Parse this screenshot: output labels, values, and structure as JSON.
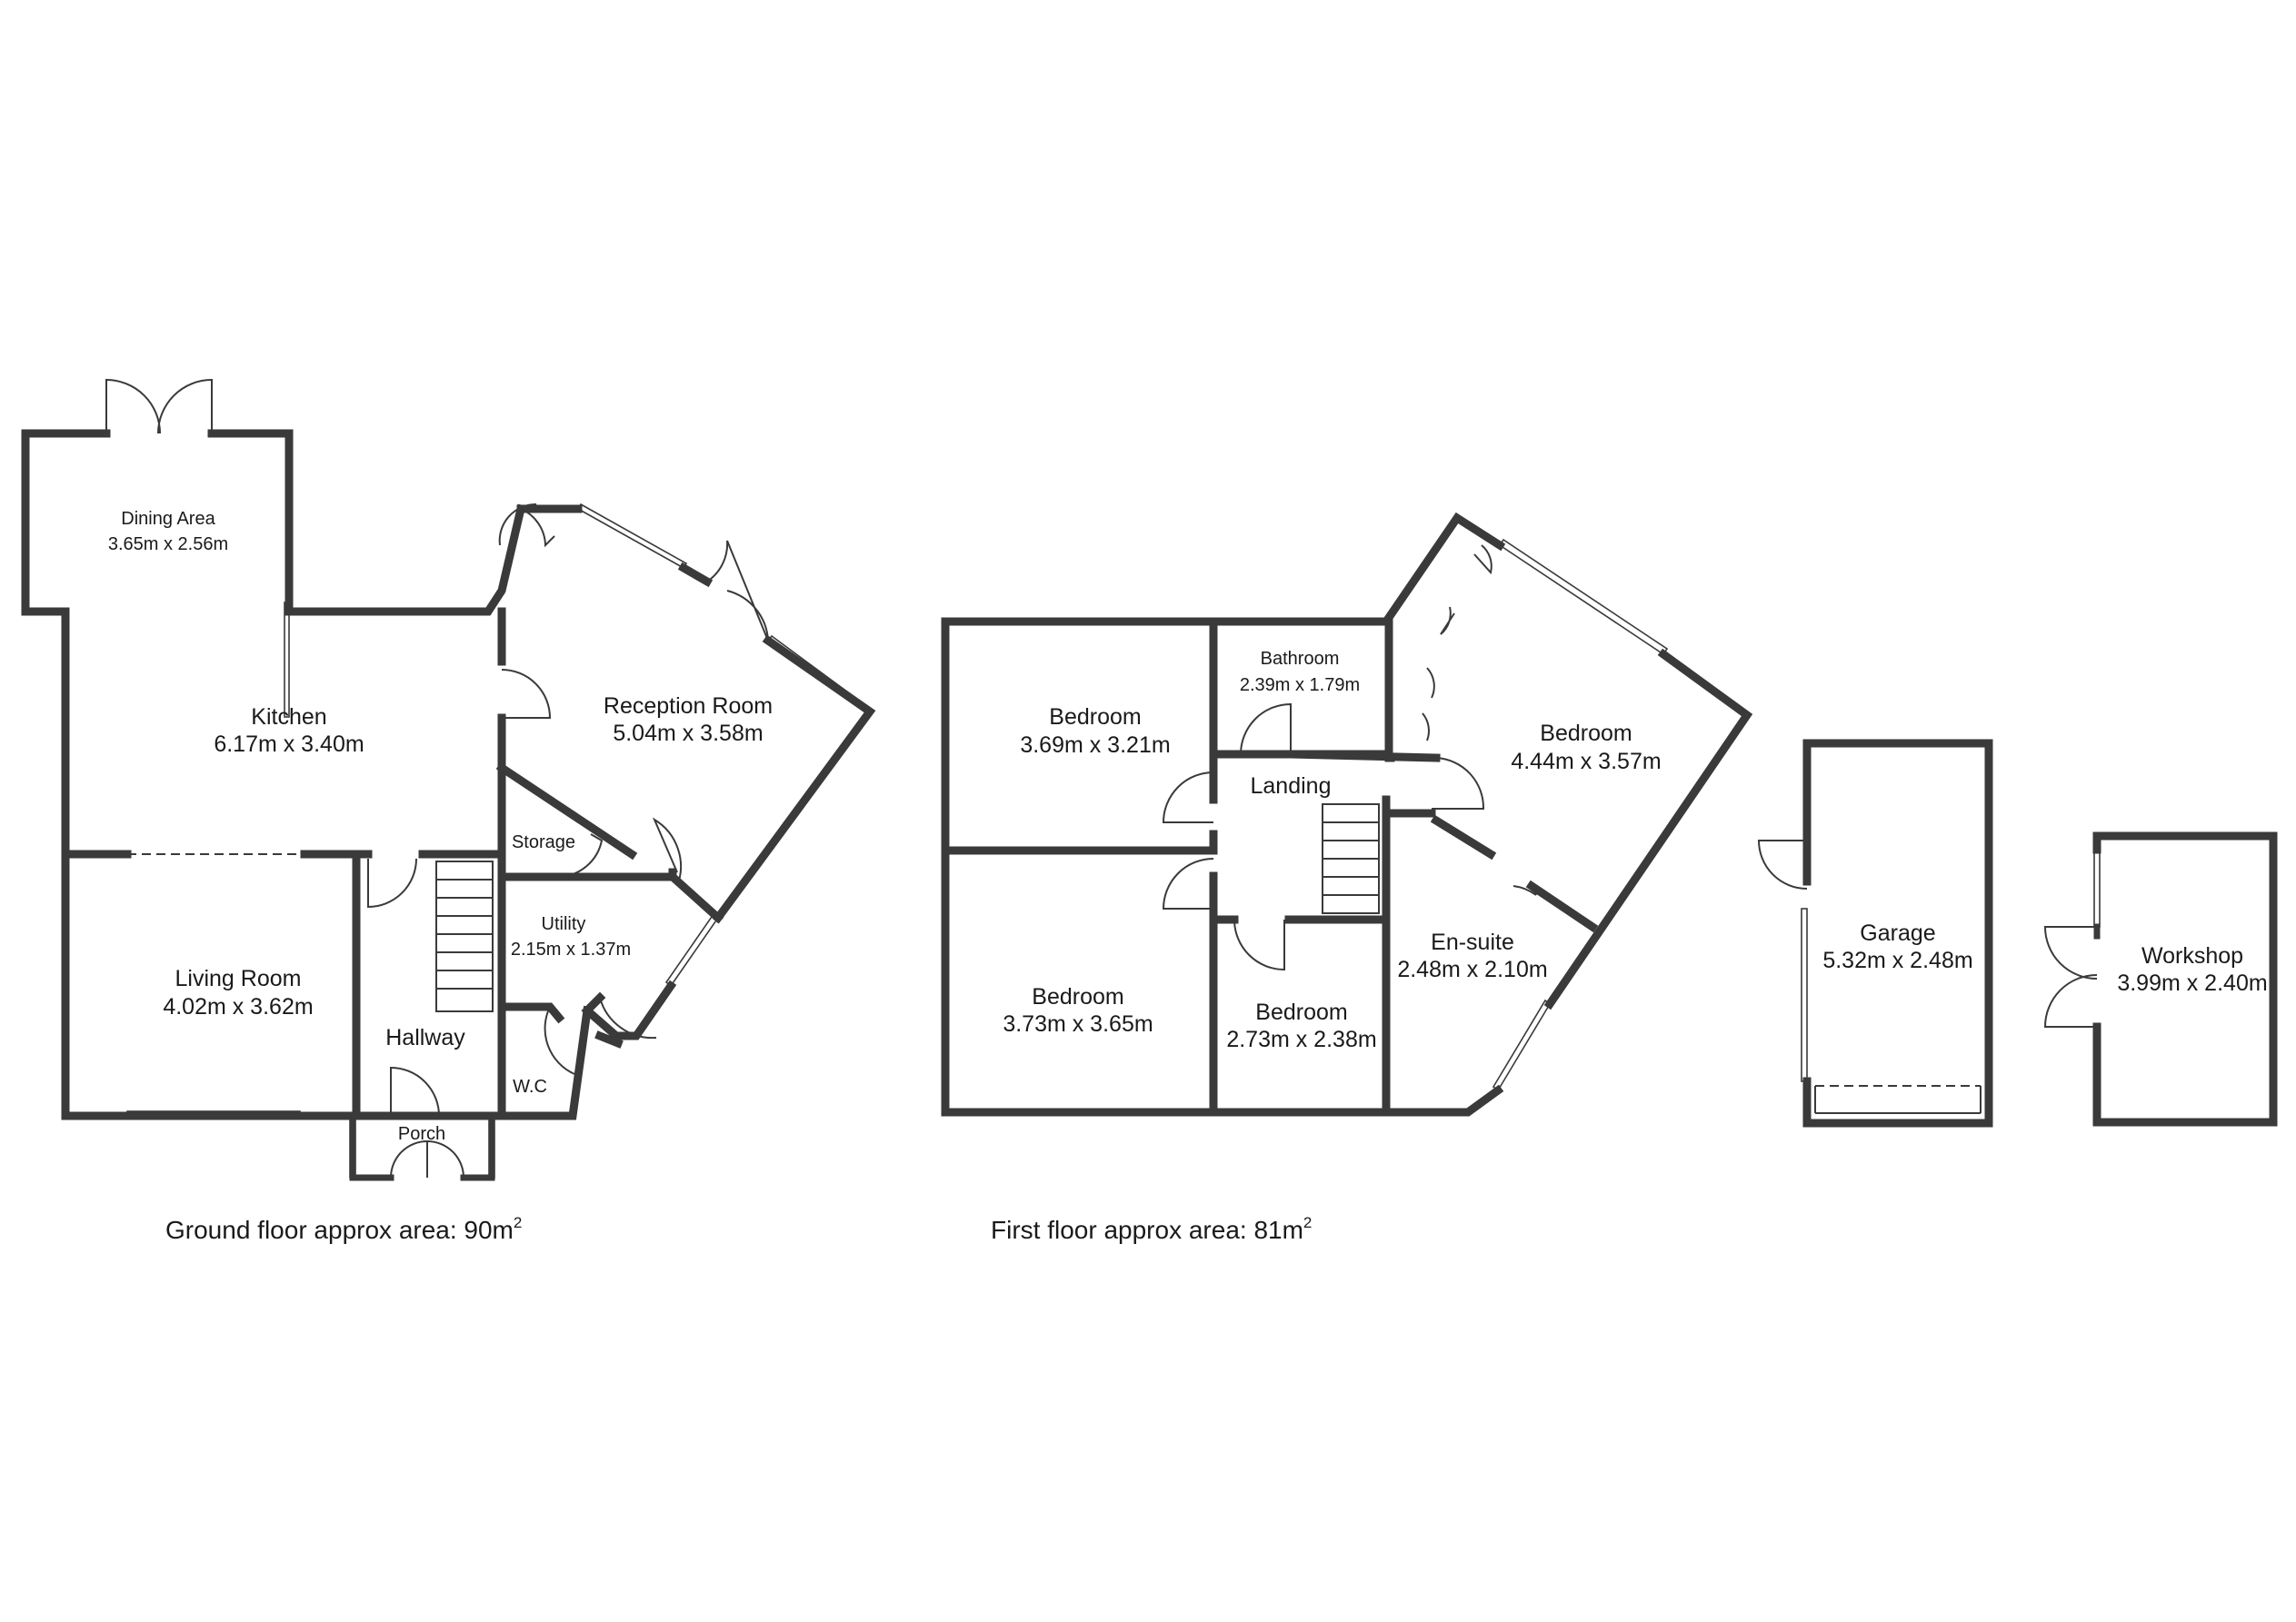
{
  "ground_floor": {
    "caption": "Ground floor approx area: 90m",
    "caption_sup": "2",
    "rooms": {
      "dining": {
        "name": "Dining Area",
        "dims": "3.65m x 2.56m"
      },
      "kitchen": {
        "name": "Kitchen",
        "dims": "6.17m x 3.40m"
      },
      "reception": {
        "name": "Reception Room",
        "dims": "5.04m x 3.58m"
      },
      "storage": {
        "name": "Storage"
      },
      "utility": {
        "name": "Utility",
        "dims": "2.15m x 1.37m"
      },
      "living": {
        "name": "Living Room",
        "dims": "4.02m x 3.62m"
      },
      "hallway": {
        "name": "Hallway"
      },
      "wc": {
        "name": "W.C"
      },
      "porch": {
        "name": "Porch"
      }
    }
  },
  "first_floor": {
    "caption": "First floor approx area: 81m",
    "caption_sup": "2",
    "rooms": {
      "bedroom1": {
        "name": "Bedroom",
        "dims": "3.69m x 3.21m"
      },
      "bathroom": {
        "name": "Bathroom",
        "dims": "2.39m x 1.79m"
      },
      "bedroom_master": {
        "name": "Bedroom",
        "dims": "4.44m x 3.57m"
      },
      "landing": {
        "name": "Landing"
      },
      "bedroom2": {
        "name": "Bedroom",
        "dims": "3.73m x 3.65m"
      },
      "bedroom3": {
        "name": "Bedroom",
        "dims": "2.73m x 2.38m"
      },
      "ensuite": {
        "name": "En-suite",
        "dims": "2.48m x 2.10m"
      }
    }
  },
  "outbuildings": {
    "garage": {
      "name": "Garage",
      "dims": "5.32m x 2.48m"
    },
    "workshop": {
      "name": "Workshop",
      "dims": "3.99m x 2.40m"
    }
  }
}
